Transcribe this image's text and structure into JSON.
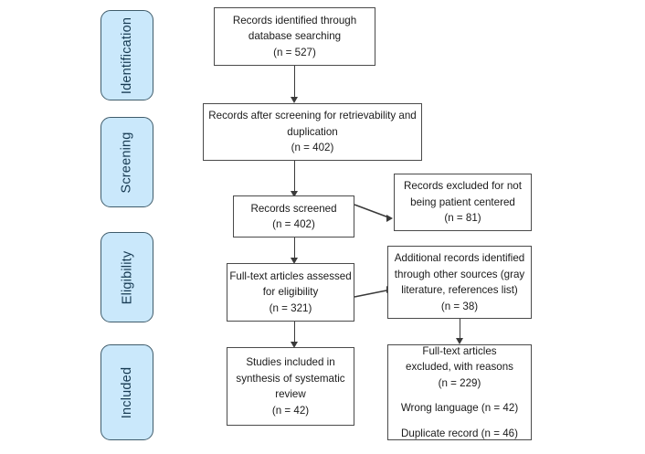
{
  "diagram": {
    "title": "PRISMA study selection flow diagram",
    "accent_color": "#cae8fb",
    "stage_border_color": "#3f5c6b",
    "stage_text_color": "#173a52",
    "box_border_color": "#4a4a4a",
    "connector_color": "#3a3a3a"
  },
  "stages": [
    {
      "label": "Identification"
    },
    {
      "label": "Screening"
    },
    {
      "label": "Eligibility"
    },
    {
      "label": "Included"
    }
  ],
  "boxes": {
    "records_identified": {
      "line1": "Records identified through",
      "line2": "database searching",
      "count": "(n = 527)"
    },
    "records_after_screening": {
      "line1": "Records after screening for retrievability and",
      "line2": "duplication",
      "count": "(n = 402)"
    },
    "records_screened": {
      "line1": "Records screened",
      "count": "(n = 402)"
    },
    "records_excluded": {
      "line1": "Records excluded for not",
      "line2": "being patient centered",
      "count": "(n = 81)"
    },
    "fulltext_assessed": {
      "line1": "Full-text articles assessed",
      "line2": "for eligibility",
      "count": "(n = 321)"
    },
    "additional_records": {
      "line1": "Additional records identified",
      "line2": "through other sources (gray",
      "line3": "literature, references list)",
      "count": "(n = 38)"
    },
    "studies_included": {
      "line1": "Studies included in",
      "line2": "synthesis of systematic",
      "line3": "review",
      "count": "(n = 42)"
    },
    "fulltext_excluded": {
      "line1": "Full-text articles",
      "line2": "excluded, with reasons",
      "count": "(n = 229)",
      "reason1": "Wrong language (n = 42)",
      "reason2": "Duplicate record (n = 46)"
    }
  }
}
